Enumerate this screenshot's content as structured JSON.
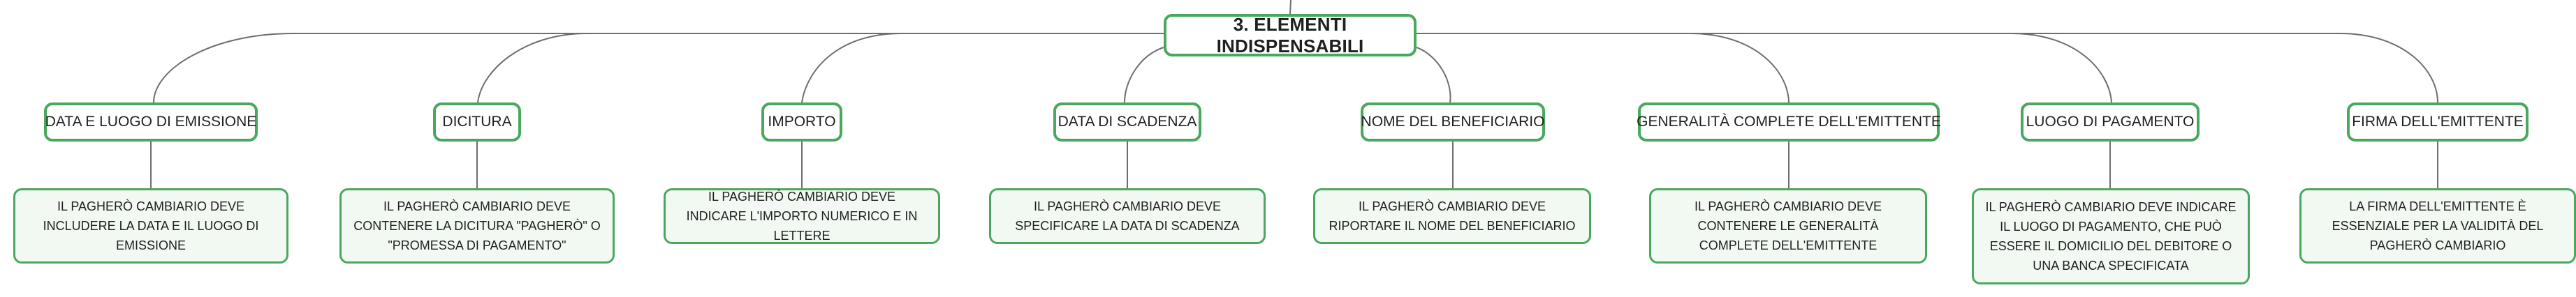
{
  "root": {
    "label": "3. ELEMENTI INDISPENSABILI"
  },
  "branches": [
    {
      "label": "DATA E LUOGO DI EMISSIONE",
      "detail": "IL PAGHERÒ CAMBIARIO DEVE INCLUDERE LA DATA E IL LUOGO DI EMISSIONE"
    },
    {
      "label": "DICITURA",
      "detail": "IL PAGHERÒ CAMBIARIO DEVE CONTENERE LA DICITURA \"PAGHERÒ\" O \"PROMESSA DI PAGAMENTO\""
    },
    {
      "label": "IMPORTO",
      "detail": "IL PAGHERÒ CAMBIARIO DEVE INDICARE L'IMPORTO NUMERICO E IN LETTERE"
    },
    {
      "label": "DATA DI SCADENZA",
      "detail": "IL PAGHERÒ CAMBIARIO DEVE SPECIFICARE LA DATA DI SCADENZA"
    },
    {
      "label": "NOME DEL BENEFICIARIO",
      "detail": "IL PAGHERÒ CAMBIARIO DEVE RIPORTARE IL NOME DEL BENEFICIARIO"
    },
    {
      "label": "GENERALITÀ COMPLETE DELL'EMITTENTE",
      "detail": "IL PAGHERÒ CAMBIARIO DEVE CONTENERE LE GENERALITÀ COMPLETE DELL'EMITTENTE"
    },
    {
      "label": "LUOGO DI PAGAMENTO",
      "detail": "IL PAGHERÒ CAMBIARIO DEVE INDICARE IL LUOGO DI PAGAMENTO, CHE PUÒ ESSERE IL DOMICILIO DEL DEBITORE O UNA BANCA SPECIFICATA"
    },
    {
      "label": "FIRMA DELL'EMITTENTE",
      "detail": "LA FIRMA DELL'EMITTENTE È ESSENZIALE PER LA VALIDITÀ DEL PAGHERÒ CAMBIARIO"
    }
  ]
}
